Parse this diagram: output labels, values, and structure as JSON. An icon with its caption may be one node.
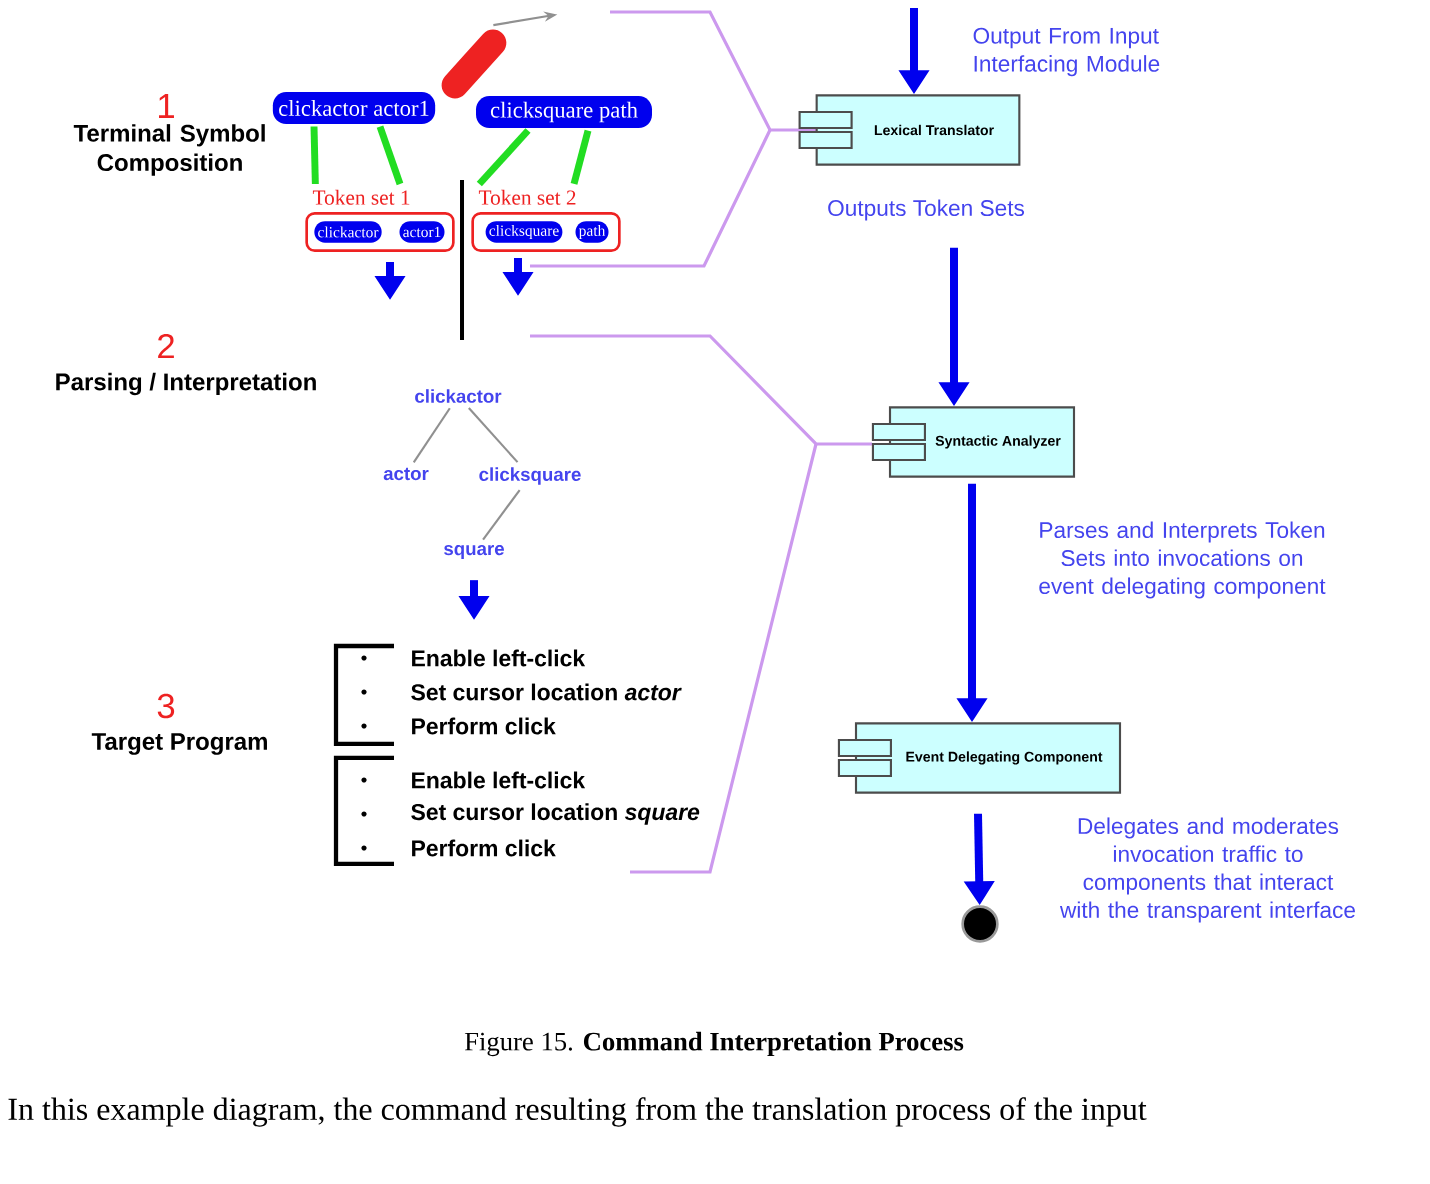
{
  "diagram": {
    "caption": "Figure 15. **Command Interpretation Process**",
    "nodes": [
      {
        "text": [
          "clickactor actor1"
        ]
      },
      {
        "text": [
          "clicksquare path"
        ]
      },
      {
        "text": [],
        "shape": "capsule"
      },
      {
        "text": [
          "Token set 1"
        ]
      },
      {
        "text": [
          "clickactor"
        ],
        "in": 3
      },
      {
        "text": [
          "actor1"
        ],
        "in": 3
      },
      {
        "text": [
          "Token set 2"
        ]
      },
      {
        "text": [
          "clicksquare"
        ],
        "in": 6
      },
      {
        "text": [
          "path"
        ],
        "in": 6
      },
      {
        "text": [
          "clickactor"
        ]
      },
      {
        "text": [
          "actor"
        ]
      },
      {
        "text": [
          "clicksquare"
        ]
      },
      {
        "text": [
          "square"
        ]
      },
      {
        "text": [
          "Lexical Translator"
        ]
      },
      {
        "text": [
          "Syntactic Analyzer"
        ]
      },
      {
        "text": [
          "Event Delegating Component"
        ]
      },
      {
        "text": [],
        "shape": "circle"
      }
    ],
    "edges": [
      {
        "from": 0,
        "to": 3,
        "arrow": "none",
        "color": "#22dd22"
      },
      {
        "from": 0,
        "to": 3,
        "arrow": "none",
        "color": "#22dd22"
      },
      {
        "from": 1,
        "to": 6,
        "arrow": "none",
        "color": "#22dd22"
      },
      {
        "from": 1,
        "to": 6,
        "arrow": "none",
        "color": "#22dd22"
      },
      {
        "from": 2,
        "to": null,
        "arrow": "to",
        "color": "#909090"
      },
      {
        "from": 3,
        "to": null,
        "arrow": "to"
      },
      {
        "from": 6,
        "to": null,
        "arrow": "to"
      },
      {
        "from": 9,
        "to": 10,
        "arrow": "none",
        "color": "#909090"
      },
      {
        "from": 9,
        "to": 11,
        "arrow": "none",
        "color": "#909090"
      },
      {
        "from": 11,
        "to": 12,
        "arrow": "none",
        "color": "#909090"
      },
      {
        "from": 12,
        "to": null,
        "arrow": "to"
      },
      {
        "from": null,
        "to": 13,
        "arrow": "to"
      },
      {
        "from": 13,
        "to": 14,
        "arrow": "to"
      },
      {
        "from": 14,
        "to": 15,
        "arrow": "to"
      },
      {
        "from": 15,
        "to": 16,
        "arrow": "to"
      }
    ],
    "labels": [
      "1",
      "Terminal Symbol Composition",
      "2",
      "Parsing / Interpretation",
      "3",
      "Target Program",
      "Enable left-click",
      "Set cursor location *actor*",
      "Perform click",
      "Enable left-click",
      "Set cursor location *square*",
      "Perform click",
      "Output From Input Interfacing Module",
      "Outputs Token Sets",
      "Parses and Interprets Token Sets into invocations on event delegating component",
      "Delegates and moderates invocation traffic to components that interact with the transparent interface",
      "In this example diagram, the command resulting from the translation process of the input"
    ]
  }
}
